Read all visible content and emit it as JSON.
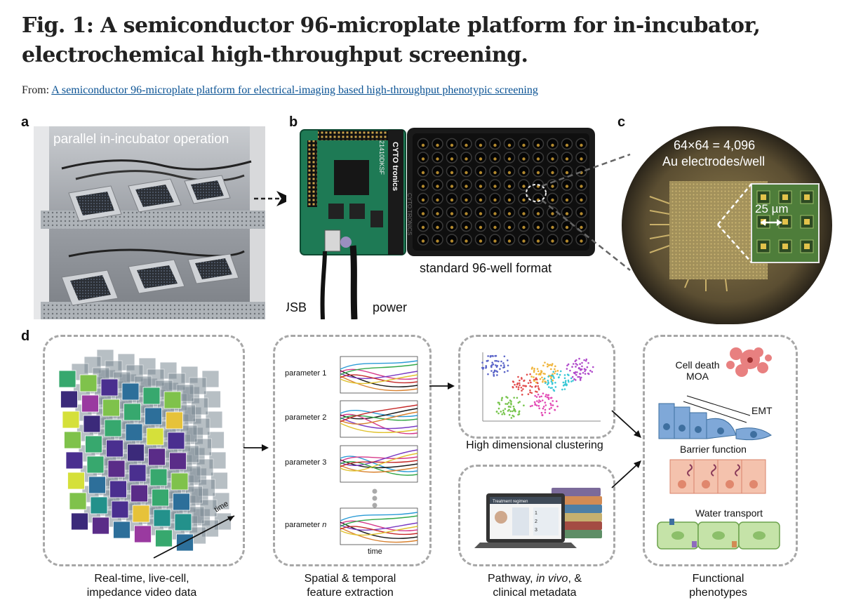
{
  "title": "Fig. 1: A semiconductor 96-microplate platform for in-incubator, electrochemical high-throughput screening.",
  "from_label": "From:",
  "from_link": "A semiconductor 96-microplate platform for electrical-imaging based high-throughput phenotypic screening",
  "panels": {
    "a": {
      "label": "a",
      "caption": "parallel in-incubator operation"
    },
    "b": {
      "label": "b",
      "usb": "USB",
      "power": "power",
      "plate": "standard 96-well format",
      "board_text": "CYTO tronics",
      "board_code": "21410DKSF",
      "plate_brand": "CYTO TRONICS"
    },
    "c": {
      "label": "c",
      "electrodes_line1": "64×64 = 4,096",
      "electrodes_line2": "Au electrodes/well",
      "pitch": "25 µm"
    },
    "d": {
      "label": "d",
      "time_label": "time",
      "params": [
        "parameter 1",
        "parameter 2",
        "parameter 3",
        "parameter n"
      ],
      "param_prefix": "parameter",
      "param_n": "n",
      "x_axis": "time",
      "clustering": "High dimensional clustering",
      "screen_title": "Treatment regimen",
      "screen_nums": [
        "1",
        "2",
        "3"
      ],
      "cell_death_line1": "Cell death",
      "cell_death_line2": "MOA",
      "emt": "EMT",
      "barrier": "Barrier function",
      "water": "Water transport",
      "captions": {
        "video_1": "Real-time, live-cell,",
        "video_2": "impedance video data",
        "feature_1": "Spatial & temporal",
        "feature_2": "feature extraction",
        "pathway_a": "Pathway, ",
        "pathway_b": "in vivo",
        "pathway_c": ", &",
        "pathway_2": "clinical metadata",
        "functional_1": "Functional",
        "functional_2": "phenotypes"
      }
    }
  },
  "colors": {
    "link": "#0b5394",
    "dash": "#a7a7a7",
    "board": "#1e7a55",
    "plate": "#1a1a1a"
  }
}
